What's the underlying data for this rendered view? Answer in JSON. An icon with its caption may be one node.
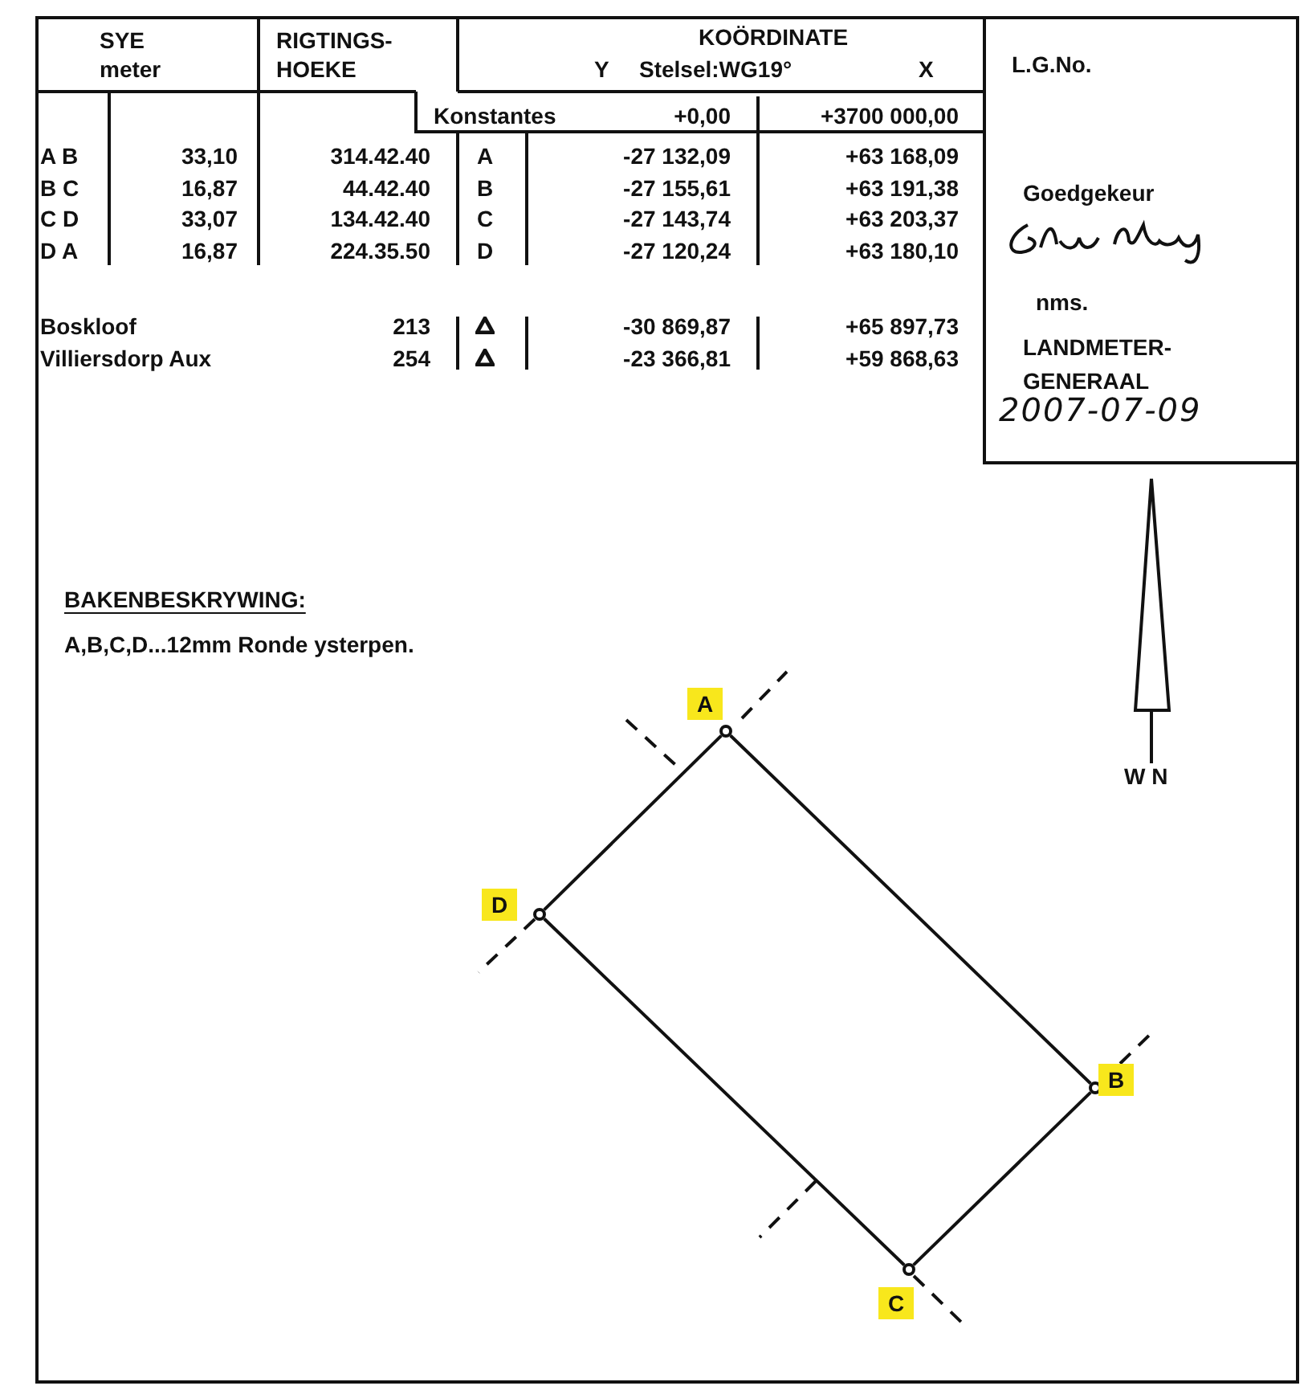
{
  "diagram": {
    "nodes": [
      {
        "text": [],
        "shape": "circle",
        "beside": [
          "A"
        ]
      },
      {
        "text": [],
        "shape": "circle",
        "beside": [
          "B"
        ]
      },
      {
        "text": [],
        "shape": "circle",
        "beside": [
          "C"
        ]
      },
      {
        "text": [],
        "shape": "circle",
        "beside": [
          "D"
        ]
      }
    ],
    "edges": [
      {
        "from": 0,
        "to": 1,
        "arrow": "none"
      },
      {
        "from": 1,
        "to": 2,
        "arrow": "none"
      },
      {
        "from": 2,
        "to": 3,
        "arrow": "none"
      },
      {
        "from": 3,
        "to": 0,
        "arrow": "none"
      }
    ],
    "labels": [
      "SYE",
      "meter",
      "RIGTINGS- HOEKE",
      "KOÖRDINATE",
      "Y",
      "Stelsel:WG19°",
      "X",
      "L.G.No.",
      "Konstantes",
      "+0,00",
      "+3700 000,00",
      "A B",
      "33,10",
      "314.42.40",
      "A",
      "-27 132,09",
      "+63 168,09",
      "B C",
      "16,87",
      "44.42.40",
      "B",
      "-27 155,61",
      "+63 191,38",
      "C D",
      "33,07",
      "134.42.40",
      "C",
      "-27 143,74",
      "+63 203,37",
      "D A",
      "16,87",
      "224.35.50",
      "D",
      "-27 120,24",
      "+63 180,10",
      "Boskloof",
      "213",
      "-30 869,87",
      "+65 897,73",
      "Villiersdorp Aux",
      "254",
      "-23 366,81",
      "+59 868,63",
      "Goedgekeur",
      "nms.",
      "LANDMETER- GENERAAL",
      "2007-07-09",
      "BAKENBESKRYWING:",
      "A,B,C,D...12mm Ronde ysterpen.",
      "W N"
    ]
  }
}
